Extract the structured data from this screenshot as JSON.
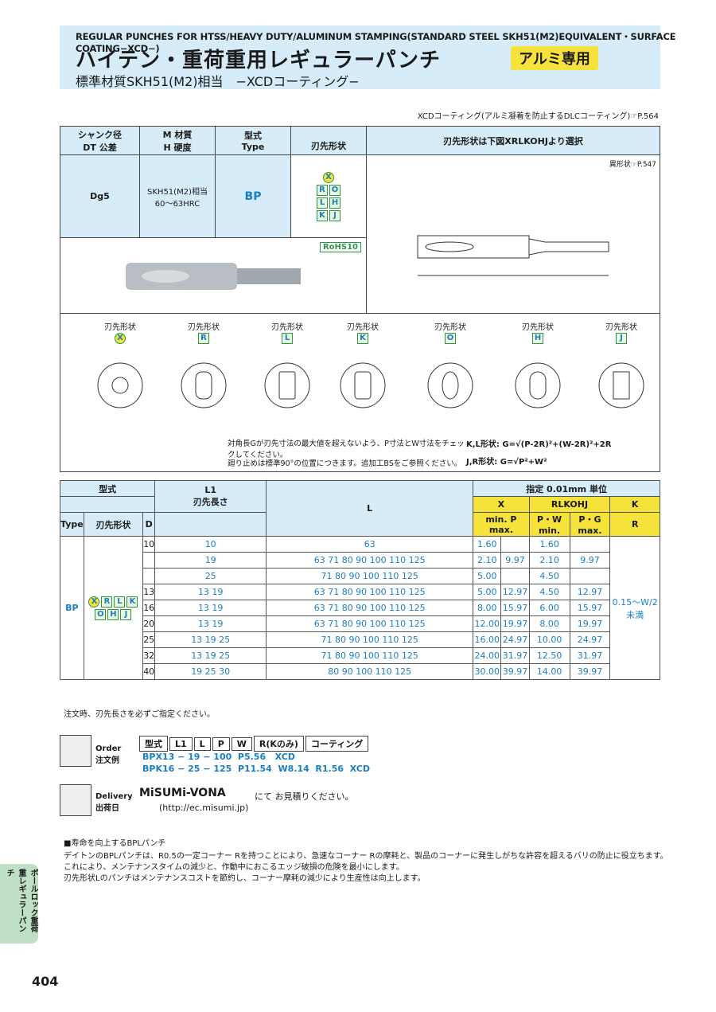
{
  "header": {
    "en_title": "REGULAR PUNCHES FOR HTSS/HEAVY DUTY/ALUMINUM STAMPING(STANDARD STEEL SKH51(M2)EQUIVALENT・SURFACE COATING−XCD−)",
    "jp_title": "ハイテン・重荷重用レギュラーパンチ",
    "badge": "アルミ専用",
    "subtitle": "標準材質SKH51(M2)相当　−XCDコーティング−"
  },
  "ref_note": "XCDコーティング(アルミ凝着を防止するDLCコーティング)☞P.564",
  "spec": {
    "col1": "シャンク径",
    "col1b": "DT 公差",
    "col2": "M 材質",
    "col2b": "H 硬度",
    "col3": "型式",
    "col3a": "Type",
    "col3b": "刃先形状",
    "col4": "刃先形状は下図XRLKOHJより選択",
    "dg5": "Dg5",
    "material": "SKH51(M2)相当",
    "hardness": "60〜63HRC",
    "type": "BP",
    "shapes": [
      "X",
      "R",
      "O",
      "L",
      "H",
      "K",
      "J"
    ],
    "rohs": "RoHS10",
    "odd_shape": "異形状☞P.547"
  },
  "diagrams": {
    "label": "刃先形状",
    "items": [
      "X",
      "R",
      "L",
      "K",
      "O",
      "H",
      "J"
    ],
    "note1": "対角長Gが刃先寸法の最大値を超えないよう、P寸法とW寸法をチェックしてください。",
    "note2": "廻り止めは標準90°の位置につきます。追加工BSをご参照ください。",
    "kl_formula": "K,L形状: G=√(P-2R)²+(W-2R)²+2R",
    "jr_formula": "J,R形状: G=√P²+W²"
  },
  "main": {
    "unit": "指定 0.01mm 単位",
    "h_type": "型式",
    "h_l1": "L1",
    "h_l1b": "刃先長さ",
    "h_l": "L",
    "h_typecol": "Type",
    "h_shape": "刃先形状",
    "h_d": "D",
    "h_x": "X",
    "h_rl": "RLKOHJ",
    "h_k": "K",
    "h_pmin": "min. P max.",
    "h_pw": "P・W min.",
    "h_pg": "P・G max.",
    "h_r": "R",
    "rows": [
      {
        "d": "10",
        "l1": "10",
        "l": "63",
        "pmin": "1.60",
        "pmax": "",
        "pwmin": "1.60",
        "pgmax": ""
      },
      {
        "d": "",
        "l1": "19",
        "l": "63 71 80 90 100 110 125",
        "pmin": "2.10",
        "pmax": "9.97",
        "pwmin": "2.10",
        "pgmax": "9.97"
      },
      {
        "d": "",
        "l1": "25",
        "l": "71 80 90 100 110 125",
        "pmin": "5.00",
        "pmax": "",
        "pwmin": "4.50",
        "pgmax": ""
      },
      {
        "d": "13",
        "l1": "13 19",
        "l": "63 71 80 90 100 110 125",
        "pmin": "5.00",
        "pmax": "12.97",
        "pwmin": "4.50",
        "pgmax": "12.97"
      },
      {
        "d": "16",
        "l1": "13 19",
        "l": "63 71 80 90 100 110 125",
        "pmin": "8.00",
        "pmax": "15.97",
        "pwmin": "6.00",
        "pgmax": "15.97"
      },
      {
        "d": "20",
        "l1": "13 19",
        "l": "63 71 80 90 100 110 125",
        "pmin": "12.00",
        "pmax": "19.97",
        "pwmin": "8.00",
        "pgmax": "19.97"
      },
      {
        "d": "25",
        "l1": "13 19 25",
        "l": "71 80 90 100 110 125",
        "pmin": "16.00",
        "pmax": "24.97",
        "pwmin": "10.00",
        "pgmax": "24.97"
      },
      {
        "d": "32",
        "l1": "13 19 25",
        "l": "71 80 90 100 110 125",
        "pmin": "24.00",
        "pmax": "31.97",
        "pwmin": "12.50",
        "pgmax": "31.97"
      },
      {
        "d": "40",
        "l1": "19 25 30",
        "l": "80 90 100 110 125",
        "pmin": "30.00",
        "pmax": "39.97",
        "pwmin": "14.00",
        "pgmax": "39.97"
      }
    ],
    "r_value": "0.15〜W/2未満",
    "note": "注文時、刃先長さを必ずご指定ください。"
  },
  "order": {
    "label": "Order 注文例",
    "cols": [
      "型式",
      "L1",
      "L",
      "P",
      "W",
      "R(Kのみ)",
      "コーティング"
    ],
    "ex1": "BPX13 − 19 − 100  P5.56   XCD",
    "ex2": "BPK16 − 25 − 125  P11.54  W8.14  R1.56  XCD"
  },
  "delivery": {
    "label": "Delivery 出荷日",
    "brand": "MiSUMi-VONA",
    "text": "にて お見積りください。",
    "url": "(http://ec.misumi.jp)"
  },
  "footer": {
    "title": "■寿命を向上するBPLパンチ",
    "l1": "デイトンのBPLパンチは、R0.5の一定コーナー Rを持つことにより、急速なコーナー Rの摩耗と、製品のコーナーに発生しがちな許容を超えるバリの防止に役立ちます。",
    "l2": "これにより、メンテナンスタイムの減少と、作動中におこるエッジ破損の危険を最小にします。",
    "l3": "刃先形状Lのパンチはメンテナンスコストを節約し、コーナー摩耗の減少により生産性は向上します。"
  },
  "side_tab": "ボールロック重荷重レギュラーパンチ",
  "page": "404"
}
